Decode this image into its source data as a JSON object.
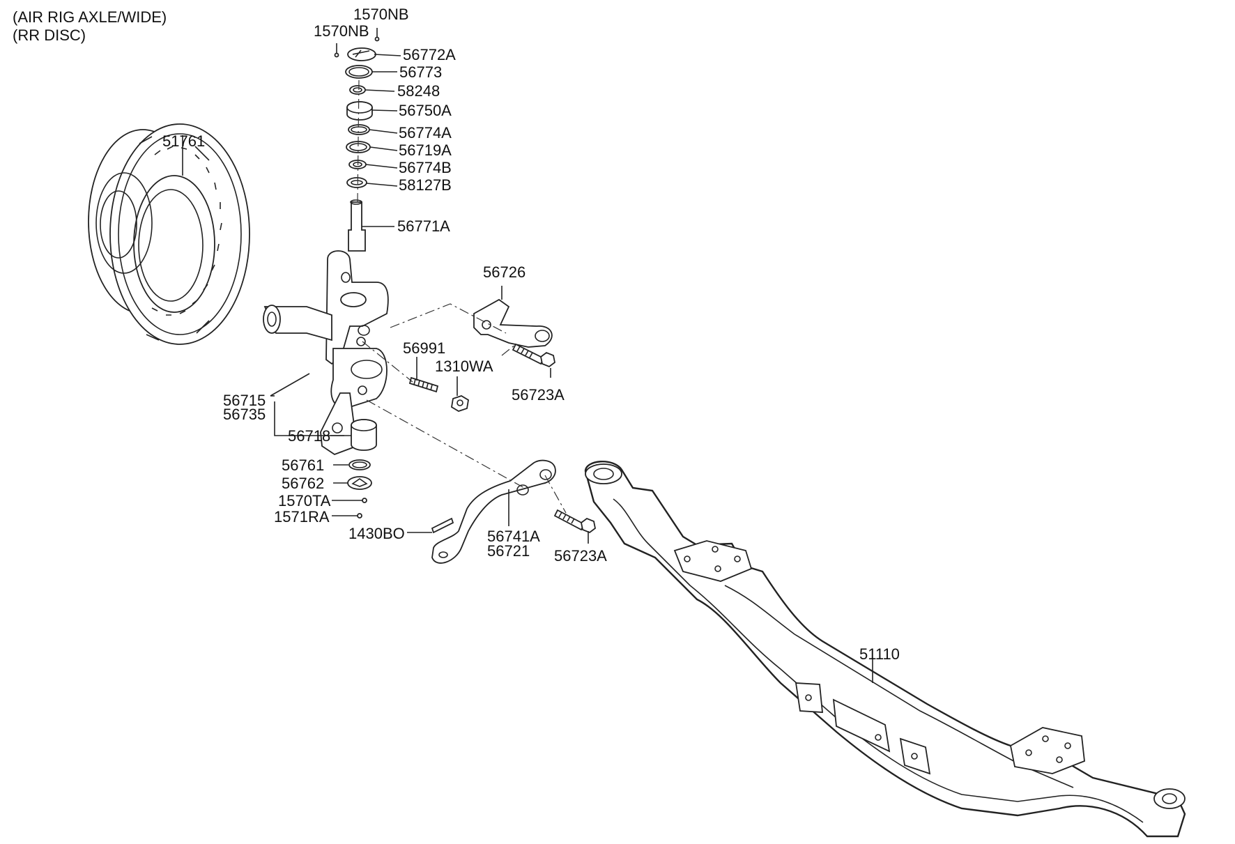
{
  "header": {
    "line1": "(AIR RIG AXLE/WIDE)",
    "line2": "(RR DISC)"
  },
  "labels": {
    "p1570nb_a": "1570NB",
    "p1570nb_b": "1570NB",
    "p56772a": "56772A",
    "p56773": "56773",
    "p58248": "58248",
    "p56750a": "56750A",
    "p56774a": "56774A",
    "p56719a": "56719A",
    "p56774b": "56774B",
    "p58127b": "58127B",
    "p56771a": "56771A",
    "p51761": "51761",
    "p56726": "56726",
    "p56991": "56991",
    "p1310wa": "1310WA",
    "p56723a_a": "56723A",
    "p56715": "56715",
    "p56735": "56735",
    "p56718": "56718",
    "p56761": "56761",
    "p56762": "56762",
    "p1570ta": "1570TA",
    "p1571ra": "1571RA",
    "p1430bo": "1430BO",
    "p56741a": "56741A",
    "p56721": "56721",
    "p56723a_b": "56723A",
    "p51110": "51110"
  }
}
